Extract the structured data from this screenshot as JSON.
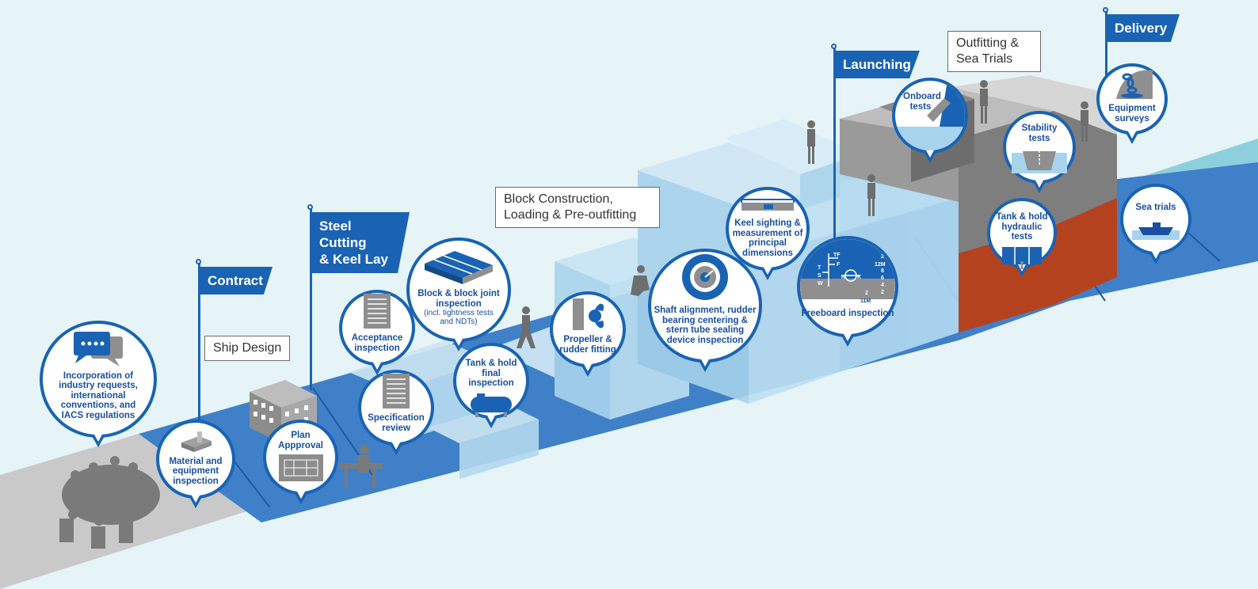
{
  "flags": {
    "contract": "Contract",
    "steel_cutting": "Steel Cutting\n& Keel Lay",
    "launching": "Launching",
    "delivery": "Delivery"
  },
  "stages": {
    "ship_design": "Ship Design",
    "block_construction": "Block Construction,\nLoading & Pre-outfitting",
    "outfitting": "Outfitting &\nSea Trials"
  },
  "bubbles": {
    "industry_requests": "Incorporation of industry requests, international conventions, and IACS regulations",
    "material_inspection": "Material and equipment inspection",
    "plan_approval": "Plan Appproval",
    "acceptance_inspection": "Acceptance inspection",
    "specification_review": "Specification review",
    "block_joint_inspection": "Block & block joint inspection",
    "block_joint_note": "(incl. tightness tests and NDTs)",
    "tank_hold_final": "Tank & hold final inspection",
    "propeller_rudder": "Propeller & rudder fitting",
    "shaft_alignment": "Shaft alignment, rudder bearing centering & stern tube sealing device inspection",
    "keel_sighting": "Keel sighting & measurement of principal dimensions",
    "freeboard": "Freeboard inspection",
    "onboard_tests": "Onboard tests",
    "stability_tests": "Stability tests",
    "tank_hold_hydraulic": "Tank & hold hydraulic tests",
    "equipment_surveys": "Equipment surveys",
    "sea_trials": "Sea trials"
  },
  "freeboard_marks": {
    "tf": "TF",
    "f": "F",
    "t": "T",
    "s": "S",
    "w": "W",
    "n": "N",
    "k": "K",
    "m12": "12M",
    "m11": "11M",
    "d1": "2",
    "d2": "8",
    "d3": "6",
    "d4": "4",
    "d5": "2",
    "d6": "2"
  },
  "colors": {
    "primary_blue": "#1a63b4",
    "platform_blue": "#3e7fc8",
    "light_blue": "#a8d3ec",
    "ground_gray": "#c8c8c8",
    "hull_red": "#b5421f",
    "hull_gray": "#7d7d7d",
    "sea": "#7ec8d8",
    "background": "#e6f4f8"
  }
}
